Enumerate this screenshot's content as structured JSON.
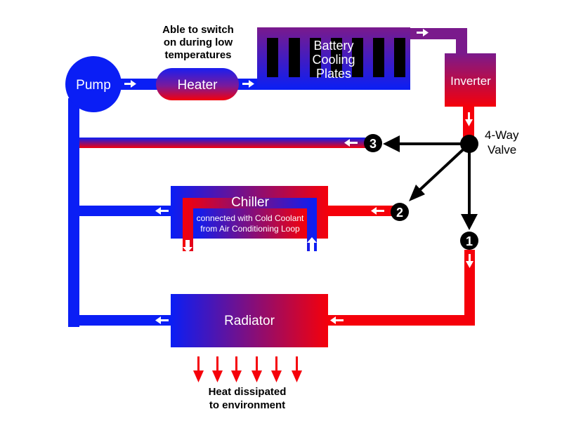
{
  "diagram": {
    "title": "Battery coolant loop with 4-way valve",
    "components": {
      "pump": "Pump",
      "heater": "Heater",
      "heater_note": [
        "Able to switch",
        "on during low",
        "temperatures"
      ],
      "battery": [
        "Battery",
        "Cooling",
        "Plates"
      ],
      "inverter": "Inverter",
      "valve": [
        "4-Way",
        "Valve"
      ],
      "chiller": "Chiller",
      "chiller_note": [
        "connected with Cold Coolant",
        "from Air Conditioning Loop"
      ],
      "radiator": "Radiator",
      "radiator_note": [
        "Heat dissipated",
        "to environment"
      ]
    },
    "valve_ports": [
      "1",
      "2",
      "3"
    ],
    "colors": {
      "cold": "#0a1ef5",
      "hot": "#f5000a",
      "mid": "#7a1a8c",
      "plate": "#000000",
      "arrow": "#ffffff",
      "valve": "#000000"
    }
  }
}
